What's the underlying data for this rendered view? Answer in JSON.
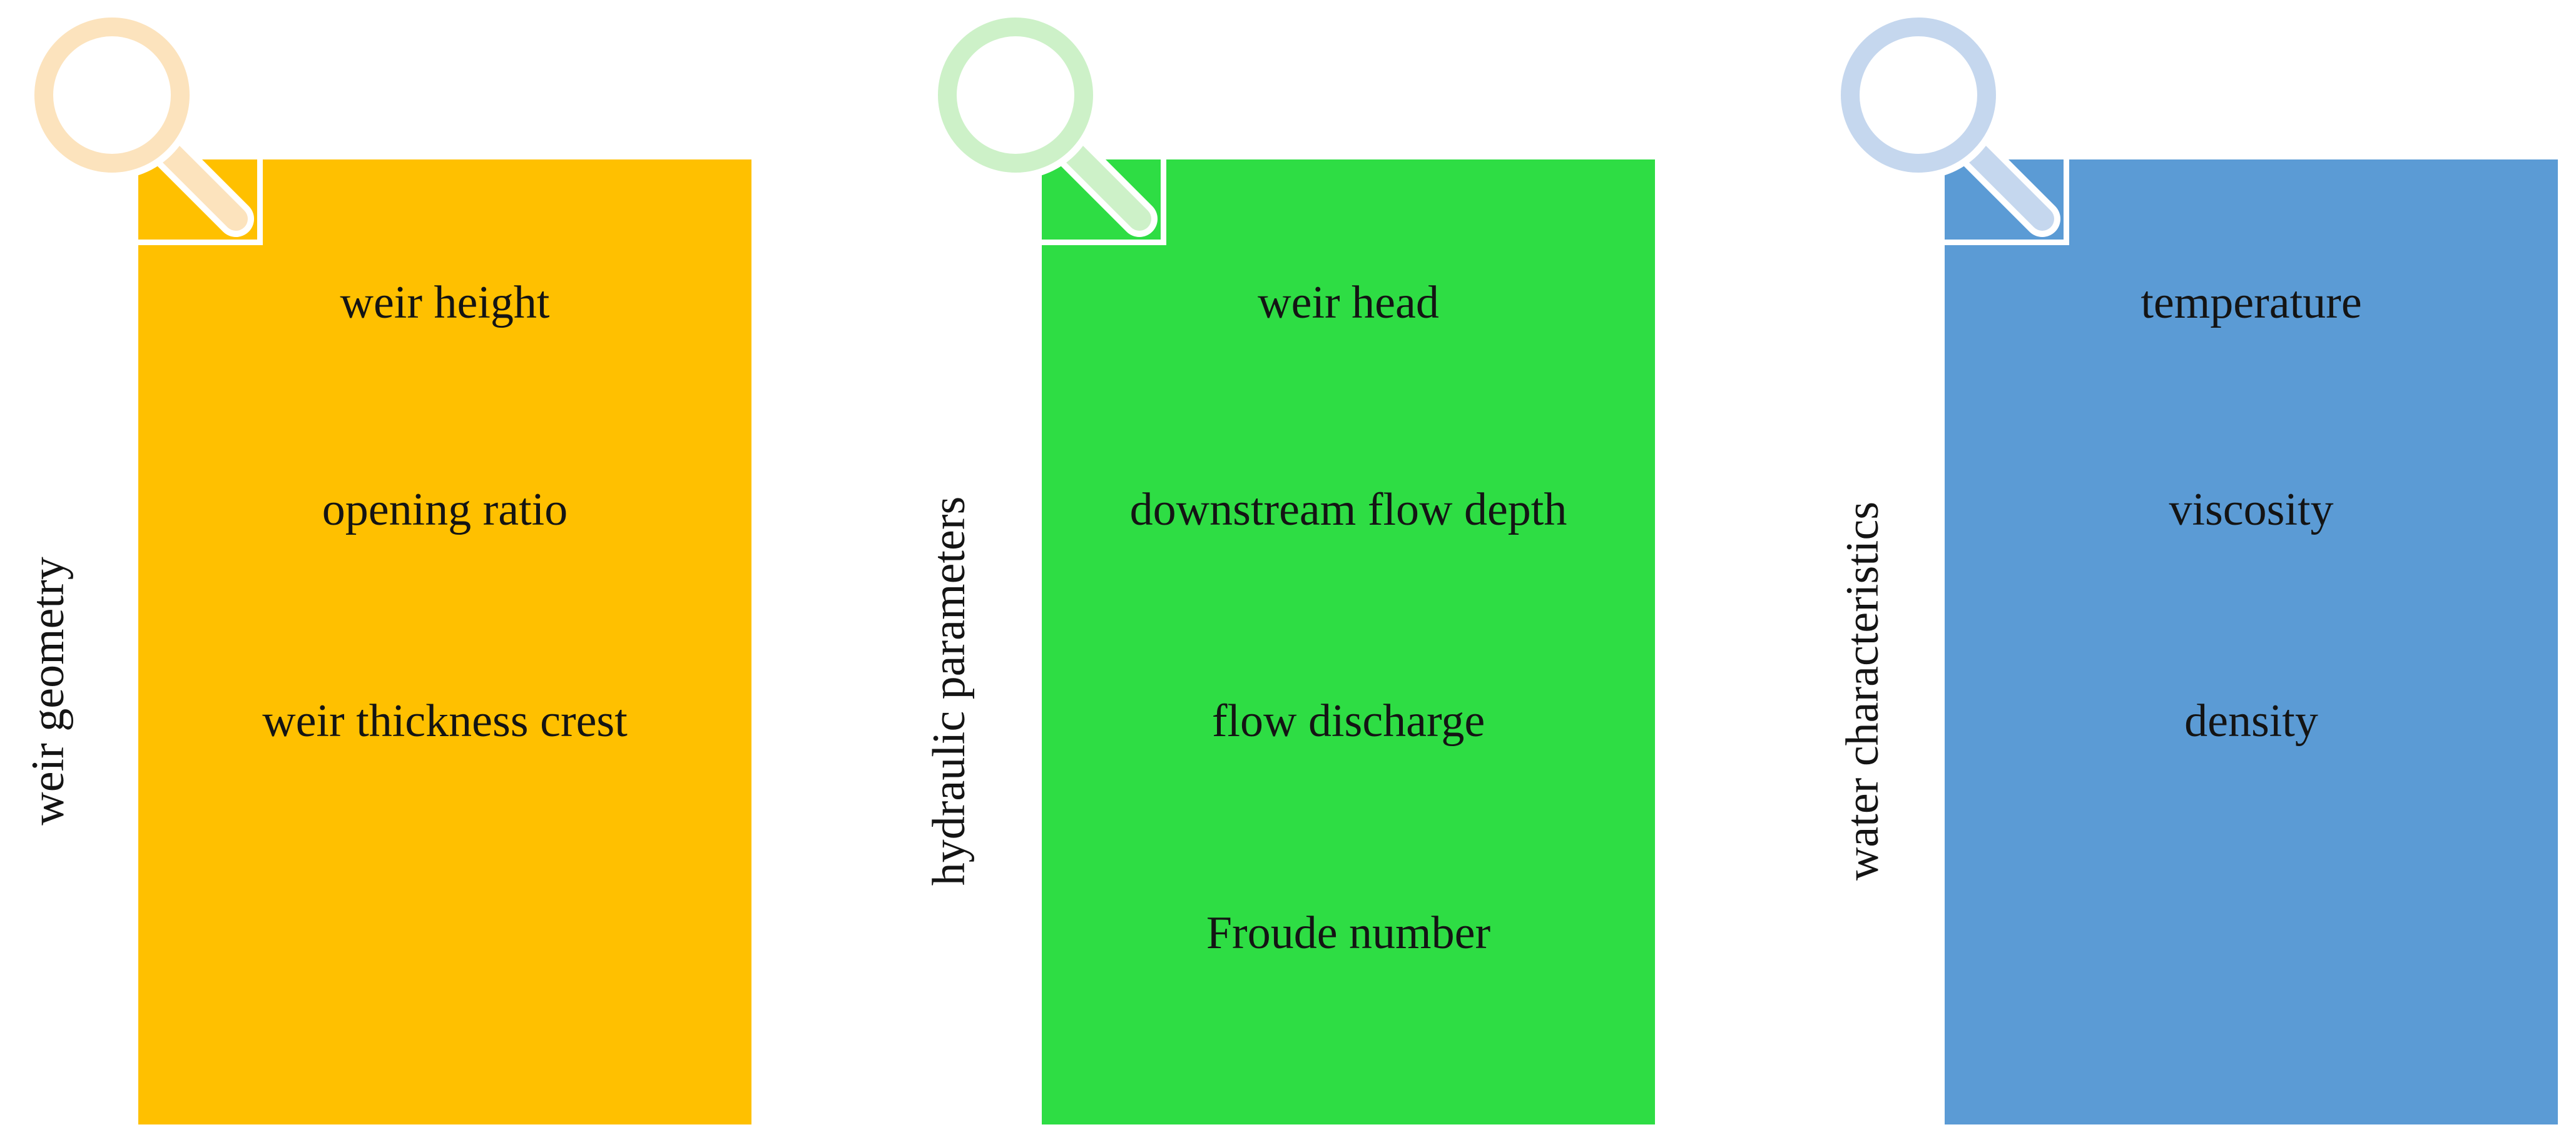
{
  "figure": {
    "background_color": "#ffffff",
    "text_color": "#141414",
    "notch_border_color": "#ffffff"
  },
  "groups": [
    {
      "label": "weir geometry",
      "icon": "magnifier-icon",
      "panel_color": "#ffc000",
      "icon_tint_color": "#fce3bd",
      "items": [
        "weir height",
        "opening ratio",
        "weir thickness crest"
      ]
    },
    {
      "label": "hydraulic parameters",
      "icon": "magnifier-icon",
      "panel_color": "#2edd44",
      "icon_tint_color": "#cdf1c8",
      "items": [
        "weir head",
        "downstream flow depth",
        "flow discharge",
        "Froude number"
      ]
    },
    {
      "label": "water characteristics",
      "icon": "magnifier-icon",
      "panel_color": "#5b9bd5",
      "icon_tint_color": "#c5d7ee",
      "items": [
        "temperature",
        "viscosity",
        "density"
      ]
    }
  ]
}
